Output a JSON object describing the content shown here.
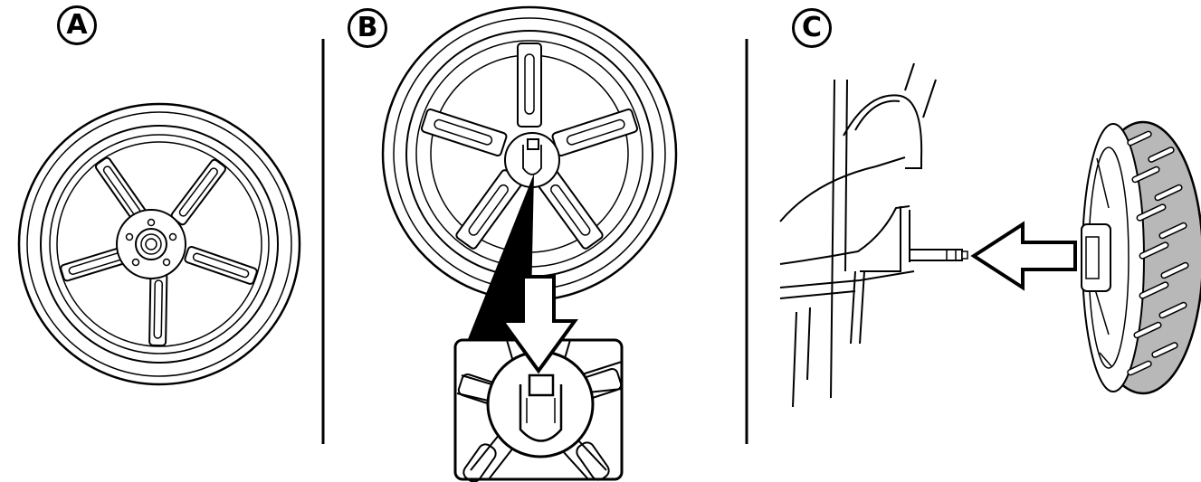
{
  "panels": [
    {
      "id": "a",
      "label": "A"
    },
    {
      "id": "b",
      "label": "B"
    },
    {
      "id": "c",
      "label": "C"
    }
  ],
  "colors": {
    "line": "#000000",
    "tire_fill": "#b8b8b8",
    "background": "#ffffff"
  },
  "icons": [
    "wheel-front-icon",
    "wheel-hub-button-icon",
    "wheel-detail-icon",
    "arrow-down-icon",
    "arrow-left-icon",
    "stroller-frame-icon",
    "axle-icon",
    "wheel-side-icon"
  ]
}
